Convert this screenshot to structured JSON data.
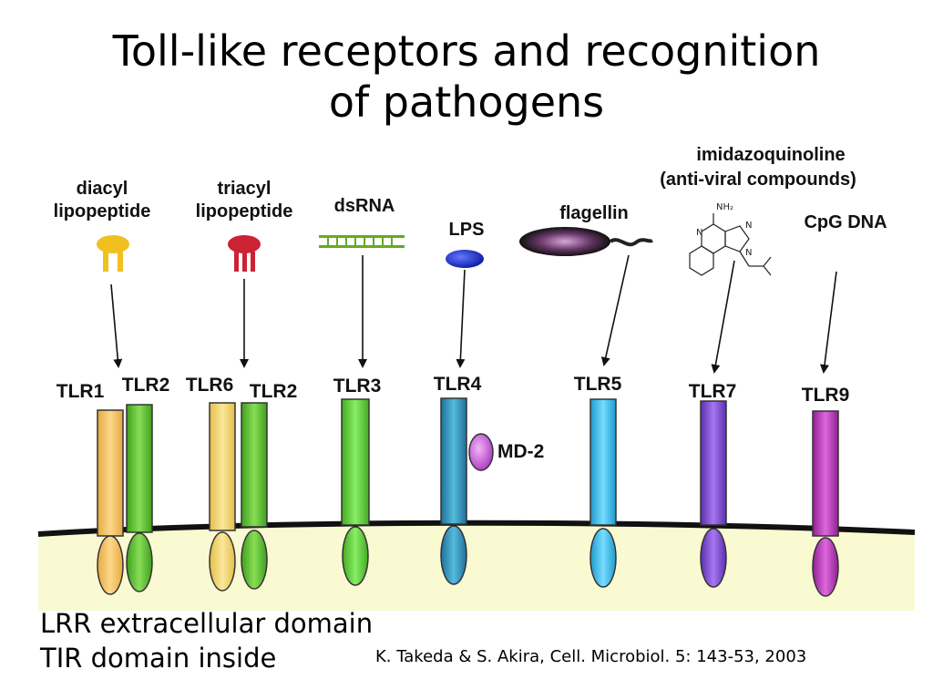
{
  "title": {
    "line1": "Toll-like receptors and recognition",
    "line2": "of pathogens"
  },
  "ligands": {
    "diacyl_line1": "diacyl",
    "diacyl_line2": "lipopeptide",
    "triacyl_line1": "triacyl",
    "triacyl_line2": "lipopeptide",
    "dsrna": "dsRNA",
    "lps": "LPS",
    "flagellin": "flagellin",
    "imidazo_line1": "imidazoquinoline",
    "imidazo_line2": "(anti-viral compounds)",
    "cpg": "CpG DNA",
    "nh2": "NH₂",
    "n": "N"
  },
  "receptors": {
    "tlr1": "TLR1",
    "tlr2a": "TLR2",
    "tlr6": "TLR6",
    "tlr2b": "TLR2",
    "tlr3": "TLR3",
    "tlr4": "TLR4",
    "tlr5": "TLR5",
    "tlr7": "TLR7",
    "tlr9": "TLR9",
    "md2": "MD-2"
  },
  "notes": {
    "lrr": "LRR extracellular domain",
    "tir": "TIR domain inside"
  },
  "citation": "K. Takeda & S. Akira, Cell. Microbiol. 5: 143-53, 2003",
  "colors": {
    "tlr1": "#f7c46a",
    "tlr2": "#66cc33",
    "tlr6": "#f5d66b",
    "tlr3": "#66cc44",
    "tlr4": "#3399bb",
    "tlr5": "#44bbee",
    "tlr7": "#8855dd",
    "tlr9": "#bb44bb",
    "md2": "#cc66dd",
    "cell": "#fafad2",
    "diacyl": "#f0c020",
    "triacyl": "#cc2233",
    "dsrna": "#66aa22",
    "lps": "#2233cc",
    "flagellin": "#333333"
  }
}
